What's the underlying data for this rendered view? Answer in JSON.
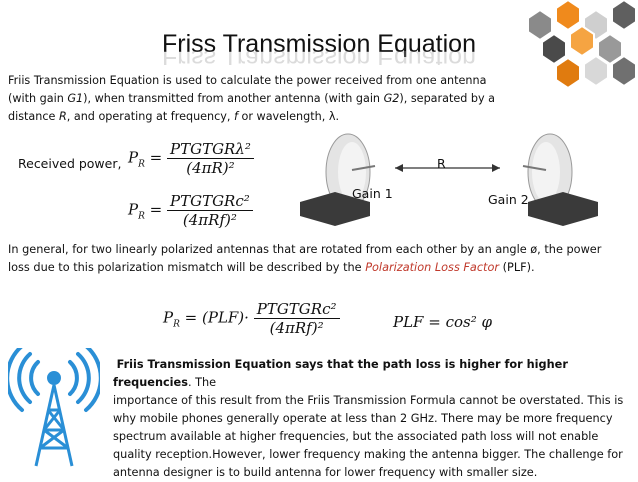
{
  "title": "Friss Transmission Equation",
  "intro": {
    "line1": "Friis Transmission Equation is used to calculate the power received from one antenna",
    "line2_pre": "(with gain ",
    "line2_g1": "G1",
    "line2_mid": "), when transmitted from another antenna (with gain ",
    "line2_g2": "G2",
    "line2_post": "), separated by a",
    "line3_pre": "distance ",
    "line3_r": "R",
    "line3_mid": ", and operating at frequency, ",
    "line3_f": "f",
    "line3_post": " or wavelength, λ."
  },
  "equations": {
    "received_power_label": "Received power,",
    "eq1_lhs": "P",
    "eq1_lhs_sub": "R",
    "eq1_num": "PTGTGRλ²",
    "eq1_den": "(4πR)²",
    "eq2_num": "PTGTGRc²",
    "eq2_den": "(4πRf)²",
    "eq3_mid": "= (PLF)·",
    "eq3_num": "PTGTGRc²",
    "eq3_den": "(4πRf)²",
    "plf_eq": "PLF = cos² φ"
  },
  "diagram": {
    "r_label": "R",
    "gain1": "Gain 1",
    "gain2": "Gain 2"
  },
  "polarization": {
    "line1": "In general, for two linearly polarized antennas that are rotated from each other by an angle ø, the power",
    "line2_pre": "loss due to this polarization mismatch will be described by the ",
    "line2_red": "Polarization Loss Factor",
    "line2_post": " (PLF)."
  },
  "summary": {
    "bold": "Friis Transmission Equation says that the path loss is higher for higher frequencies",
    "rest1": ". The",
    "line2": "importance of this result from the Friis Transmission Formula cannot be overstated. This is",
    "line3": "why mobile phones generally operate at less than 2 GHz. There may be more frequency",
    "line4": "spectrum available at higher frequencies, but the associated path loss will not enable",
    "line5": "quality reception.However, lower frequency making the antenna bigger. The challenge for",
    "line6": "antenna designer is to build antenna for lower frequency with smaller size."
  },
  "colors": {
    "accent_orange": "#f08a1c",
    "hex_gray": "#6d6d6d",
    "tower_blue": "#2a8fd6",
    "plf_red": "#c0392b"
  }
}
